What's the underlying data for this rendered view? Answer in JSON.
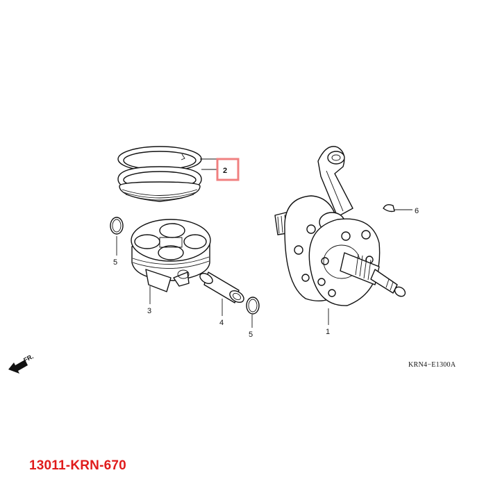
{
  "diagram": {
    "callouts": [
      {
        "id": "1",
        "label": "1"
      },
      {
        "id": "2",
        "label": "2"
      },
      {
        "id": "3",
        "label": "3"
      },
      {
        "id": "4",
        "label": "4"
      },
      {
        "id": "5a",
        "label": "5"
      },
      {
        "id": "5b",
        "label": "5"
      },
      {
        "id": "6",
        "label": "6"
      }
    ],
    "front_indicator": "FR.",
    "drawing_code": "KRN4−E1300A",
    "highlight_color": "#f08080"
  },
  "footer": {
    "part_number": "13011-KRN-670",
    "part_number_color": "#e01b1b"
  }
}
